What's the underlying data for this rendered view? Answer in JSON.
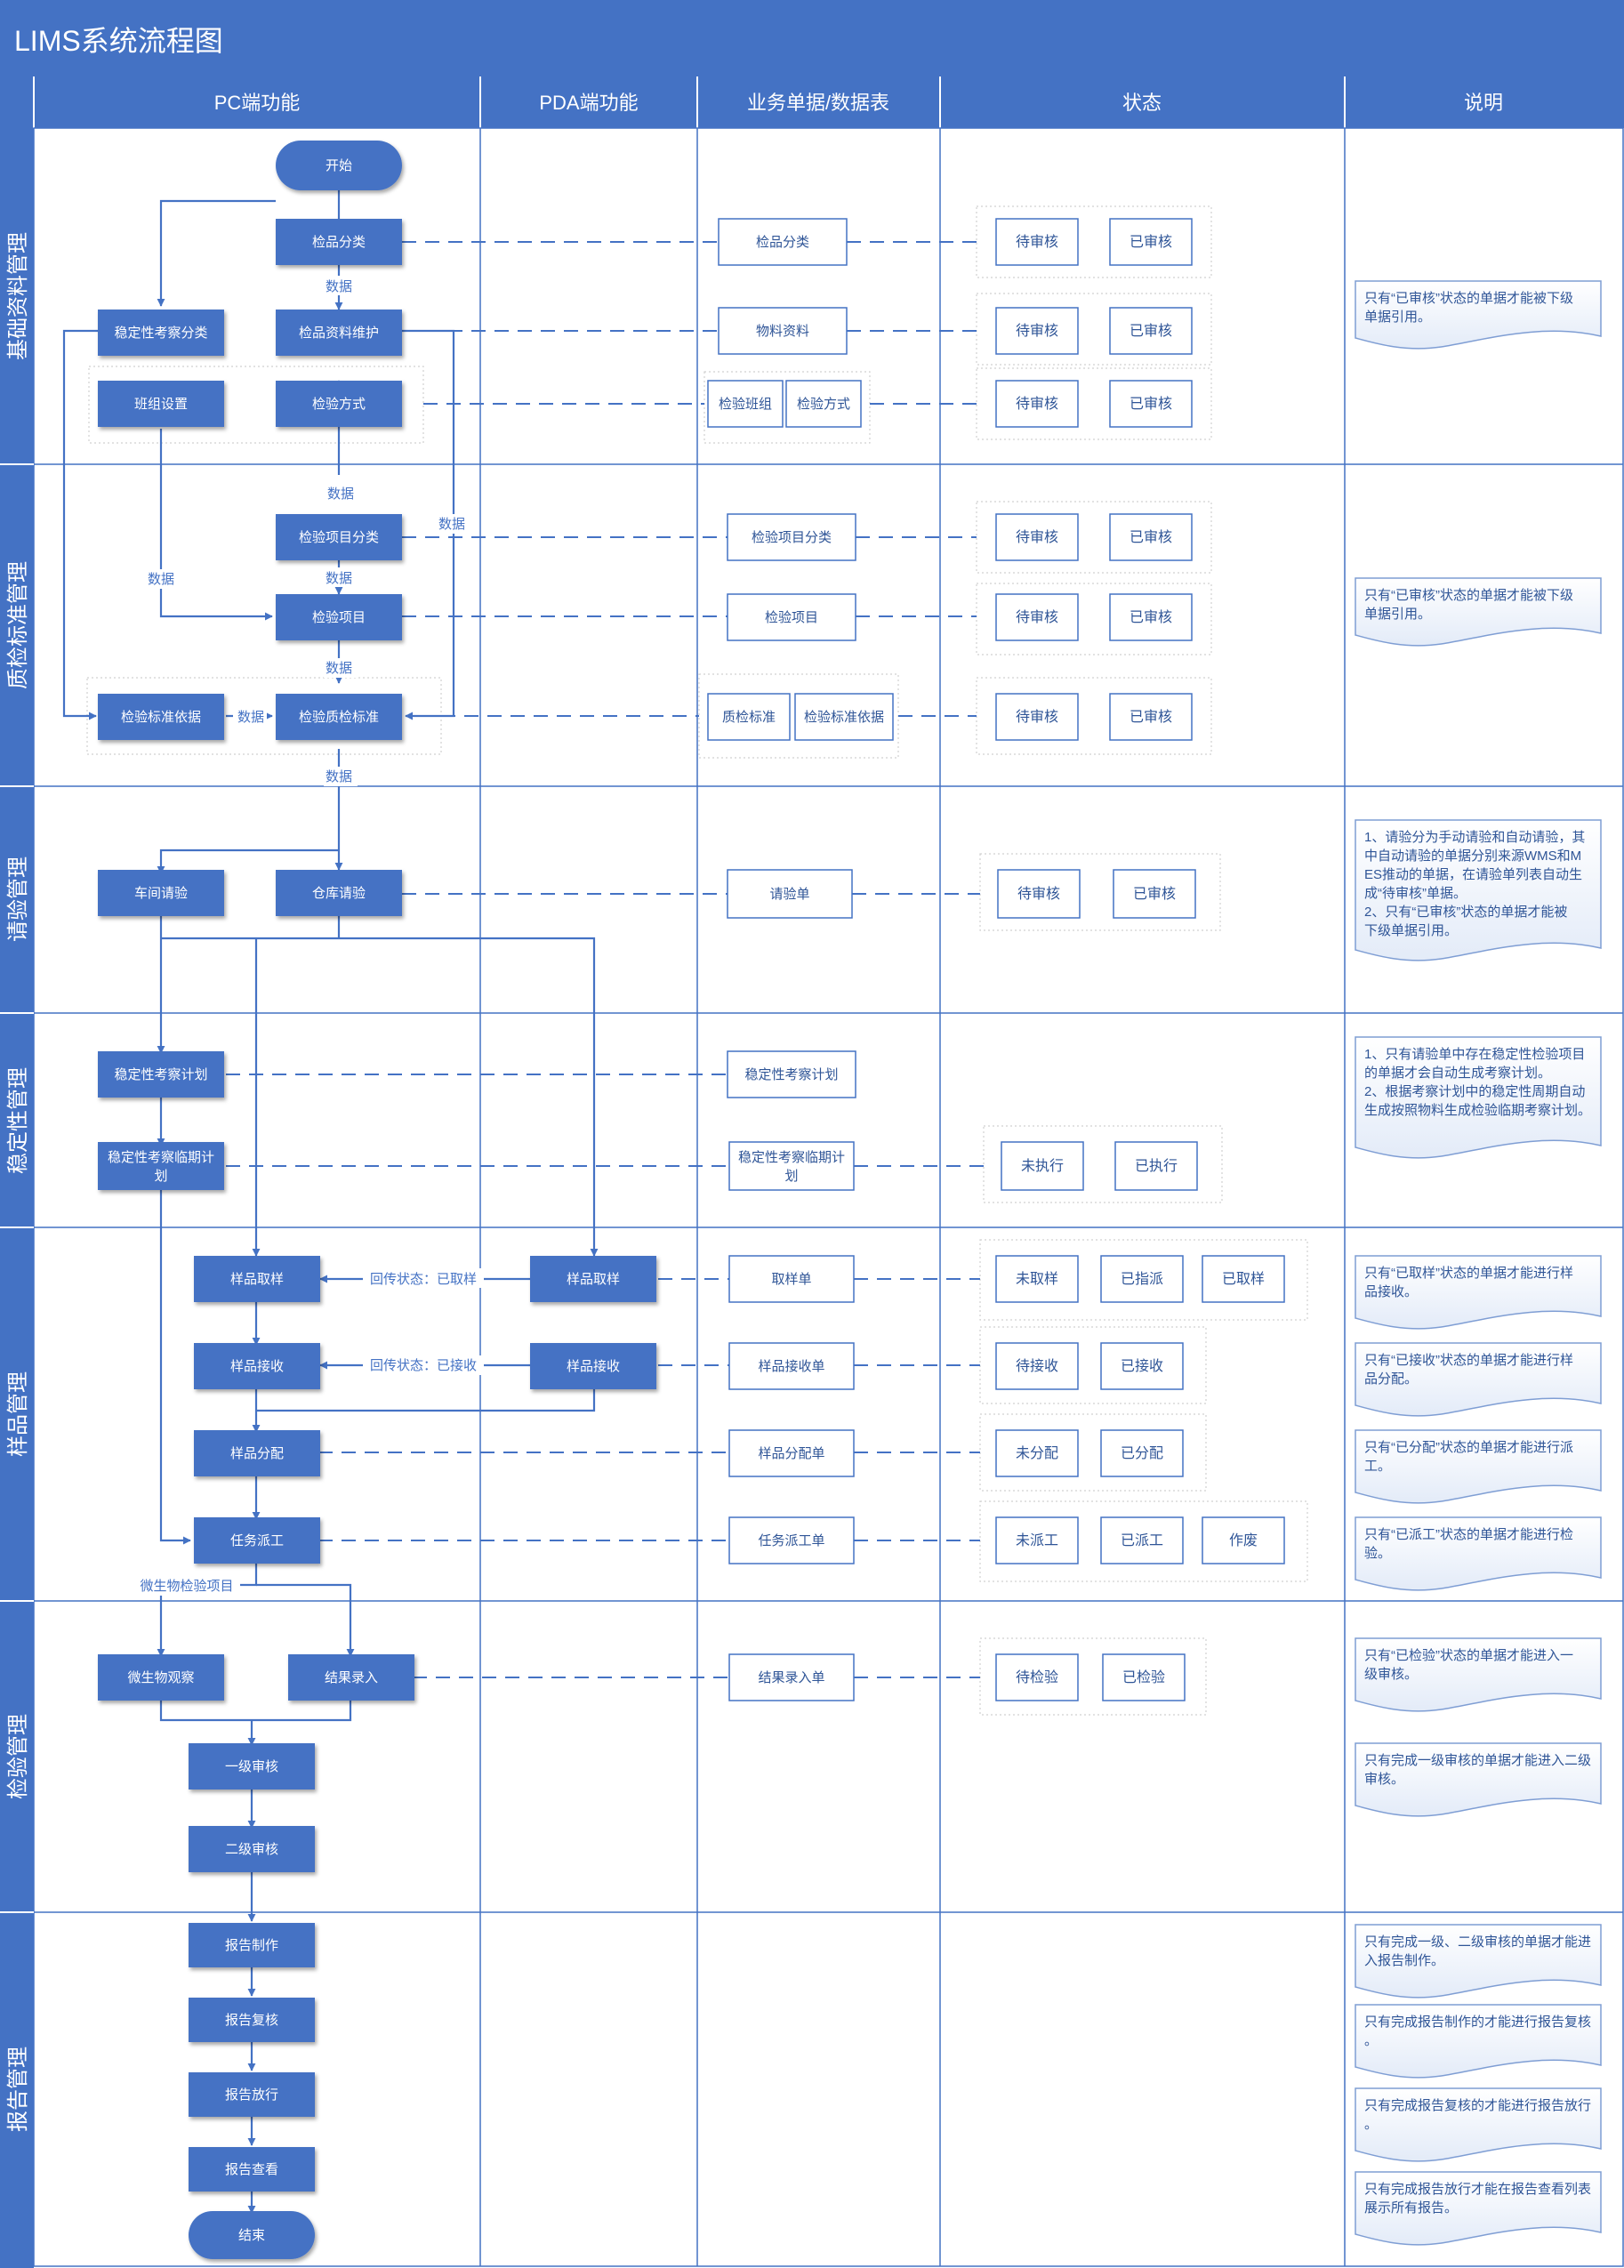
{
  "title": "LIMS系统流程图",
  "columns": [
    "PC端功能",
    "PDA端功能",
    "业务单据/数据表",
    "状态",
    "说明"
  ],
  "lanes": [
    "基础资料管理",
    "质检标准管理",
    "请验管理",
    "稳定性管理",
    "样品管理",
    "检验管理",
    "报告管理"
  ],
  "colors": {
    "header": "#4472C4",
    "node": "#4472C4",
    "line": "#4472C4",
    "dash": "#C9C9C9",
    "doc_text": "#2F5597",
    "note_border": "#7F9ED4"
  },
  "pc_nodes": {
    "start": "开始",
    "jp_cat": "检品分类",
    "wdx_cat": "稳定性考察分类",
    "jp_maint": "检品资料维护",
    "bzsz": "班组设置",
    "jyfs": "检验方式",
    "jyxmfl": "检验项目分类",
    "jyxm": "检验项目",
    "jybzyj": "检验标准依据",
    "jyzjbz": "检验质检标准",
    "cjqy": "车间请验",
    "ckqy": "仓库请验",
    "wdxjh": "稳定性考察计划",
    "wdxlq": "稳定性考察临期计划",
    "ypqy": "样品取样",
    "ypjs": "样品接收",
    "ypfp": "样品分配",
    "rwpg": "任务派工",
    "wswgc": "微生物观察",
    "jglr": "结果录入",
    "yjsh": "一级审核",
    "ejsh": "二级审核",
    "bgzz": "报告制作",
    "bgfh": "报告复核",
    "bgfx": "报告放行",
    "bgck": "报告查看",
    "end": "结束"
  },
  "pda_nodes": {
    "ypqy": "样品取样",
    "ypjs": "样品接收"
  },
  "docs": {
    "d1": "检品分类",
    "d2": "物料资料",
    "d3a": "检验班组",
    "d3b": "检验方式",
    "d4": "检验项目分类",
    "d5": "检验项目",
    "d6a": "质检标准",
    "d6b": "检验标准依据",
    "d7": "请验单",
    "d8": "稳定性考察计划",
    "d9": "稳定性考察临期计划",
    "d10": "取样单",
    "d11": "样品接收单",
    "d12": "样品分配单",
    "d13": "任务派工单",
    "d14": "结果录入单"
  },
  "status": {
    "s1a": "待审核",
    "s1b": "已审核",
    "s2a": "待审核",
    "s2b": "已审核",
    "s3a": "待审核",
    "s3b": "已审核",
    "s4a": "待审核",
    "s4b": "已审核",
    "s5a": "待审核",
    "s5b": "已审核",
    "s6a": "待审核",
    "s6b": "已审核",
    "s7a": "待审核",
    "s7b": "已审核",
    "s9a": "未执行",
    "s9b": "已执行",
    "s10a": "未取样",
    "s10b": "已指派",
    "s10c": "已取样",
    "s11a": "待接收",
    "s11b": "已接收",
    "s12a": "未分配",
    "s12b": "已分配",
    "s13a": "未派工",
    "s13b": "已派工",
    "s13c": "作废",
    "s14a": "待检验",
    "s14b": "已检验"
  },
  "edge_labels": {
    "data": "数据",
    "back_sampled": "回传状态：已取样",
    "back_received": "回传状态：已接收",
    "micro": "微生物检验项目"
  },
  "notes": {
    "n1": "只有“已审核”状态的单据才能被下级单据引用。",
    "n2": "只有“已审核”状态的单据才能被下级单据引用。",
    "n3": "1、请验分为手动请验和自动请验，其中自动请验的单据分别来源WMS和MES推动的单据，在请验单列表自动生成“待审核”单据。\n2、只有“已审核”状态的单据才能被下级单据引用。",
    "n4": "1、只有请验单中存在稳定性检验项目的单据才会自动生成考察计划。\n2、根据考察计划中的稳定性周期自动生成按照物料生成检验临期考察计划。",
    "n5": "只有“已取样”状态的单据才能进行样品接收。",
    "n6": "只有“已接收”状态的单据才能进行样品分配。",
    "n7": "只有“已分配”状态的单据才能进行派工。",
    "n8": "只有“已派工”状态的单据才能进行检验。",
    "n9": "只有“已检验”状态的单据才能进入一级审核。",
    "n10": "只有完成一级审核的单据才能进入二级审核。",
    "n11": "只有完成一级、二级审核的单据才能进入报告制作。",
    "n12": "只有完成报告制作的才能进行报告复核。",
    "n13": "只有完成报告复核的才能进行报告放行。",
    "n14": "只有完成报告放行才能在报告查看列表展示所有报告。"
  }
}
